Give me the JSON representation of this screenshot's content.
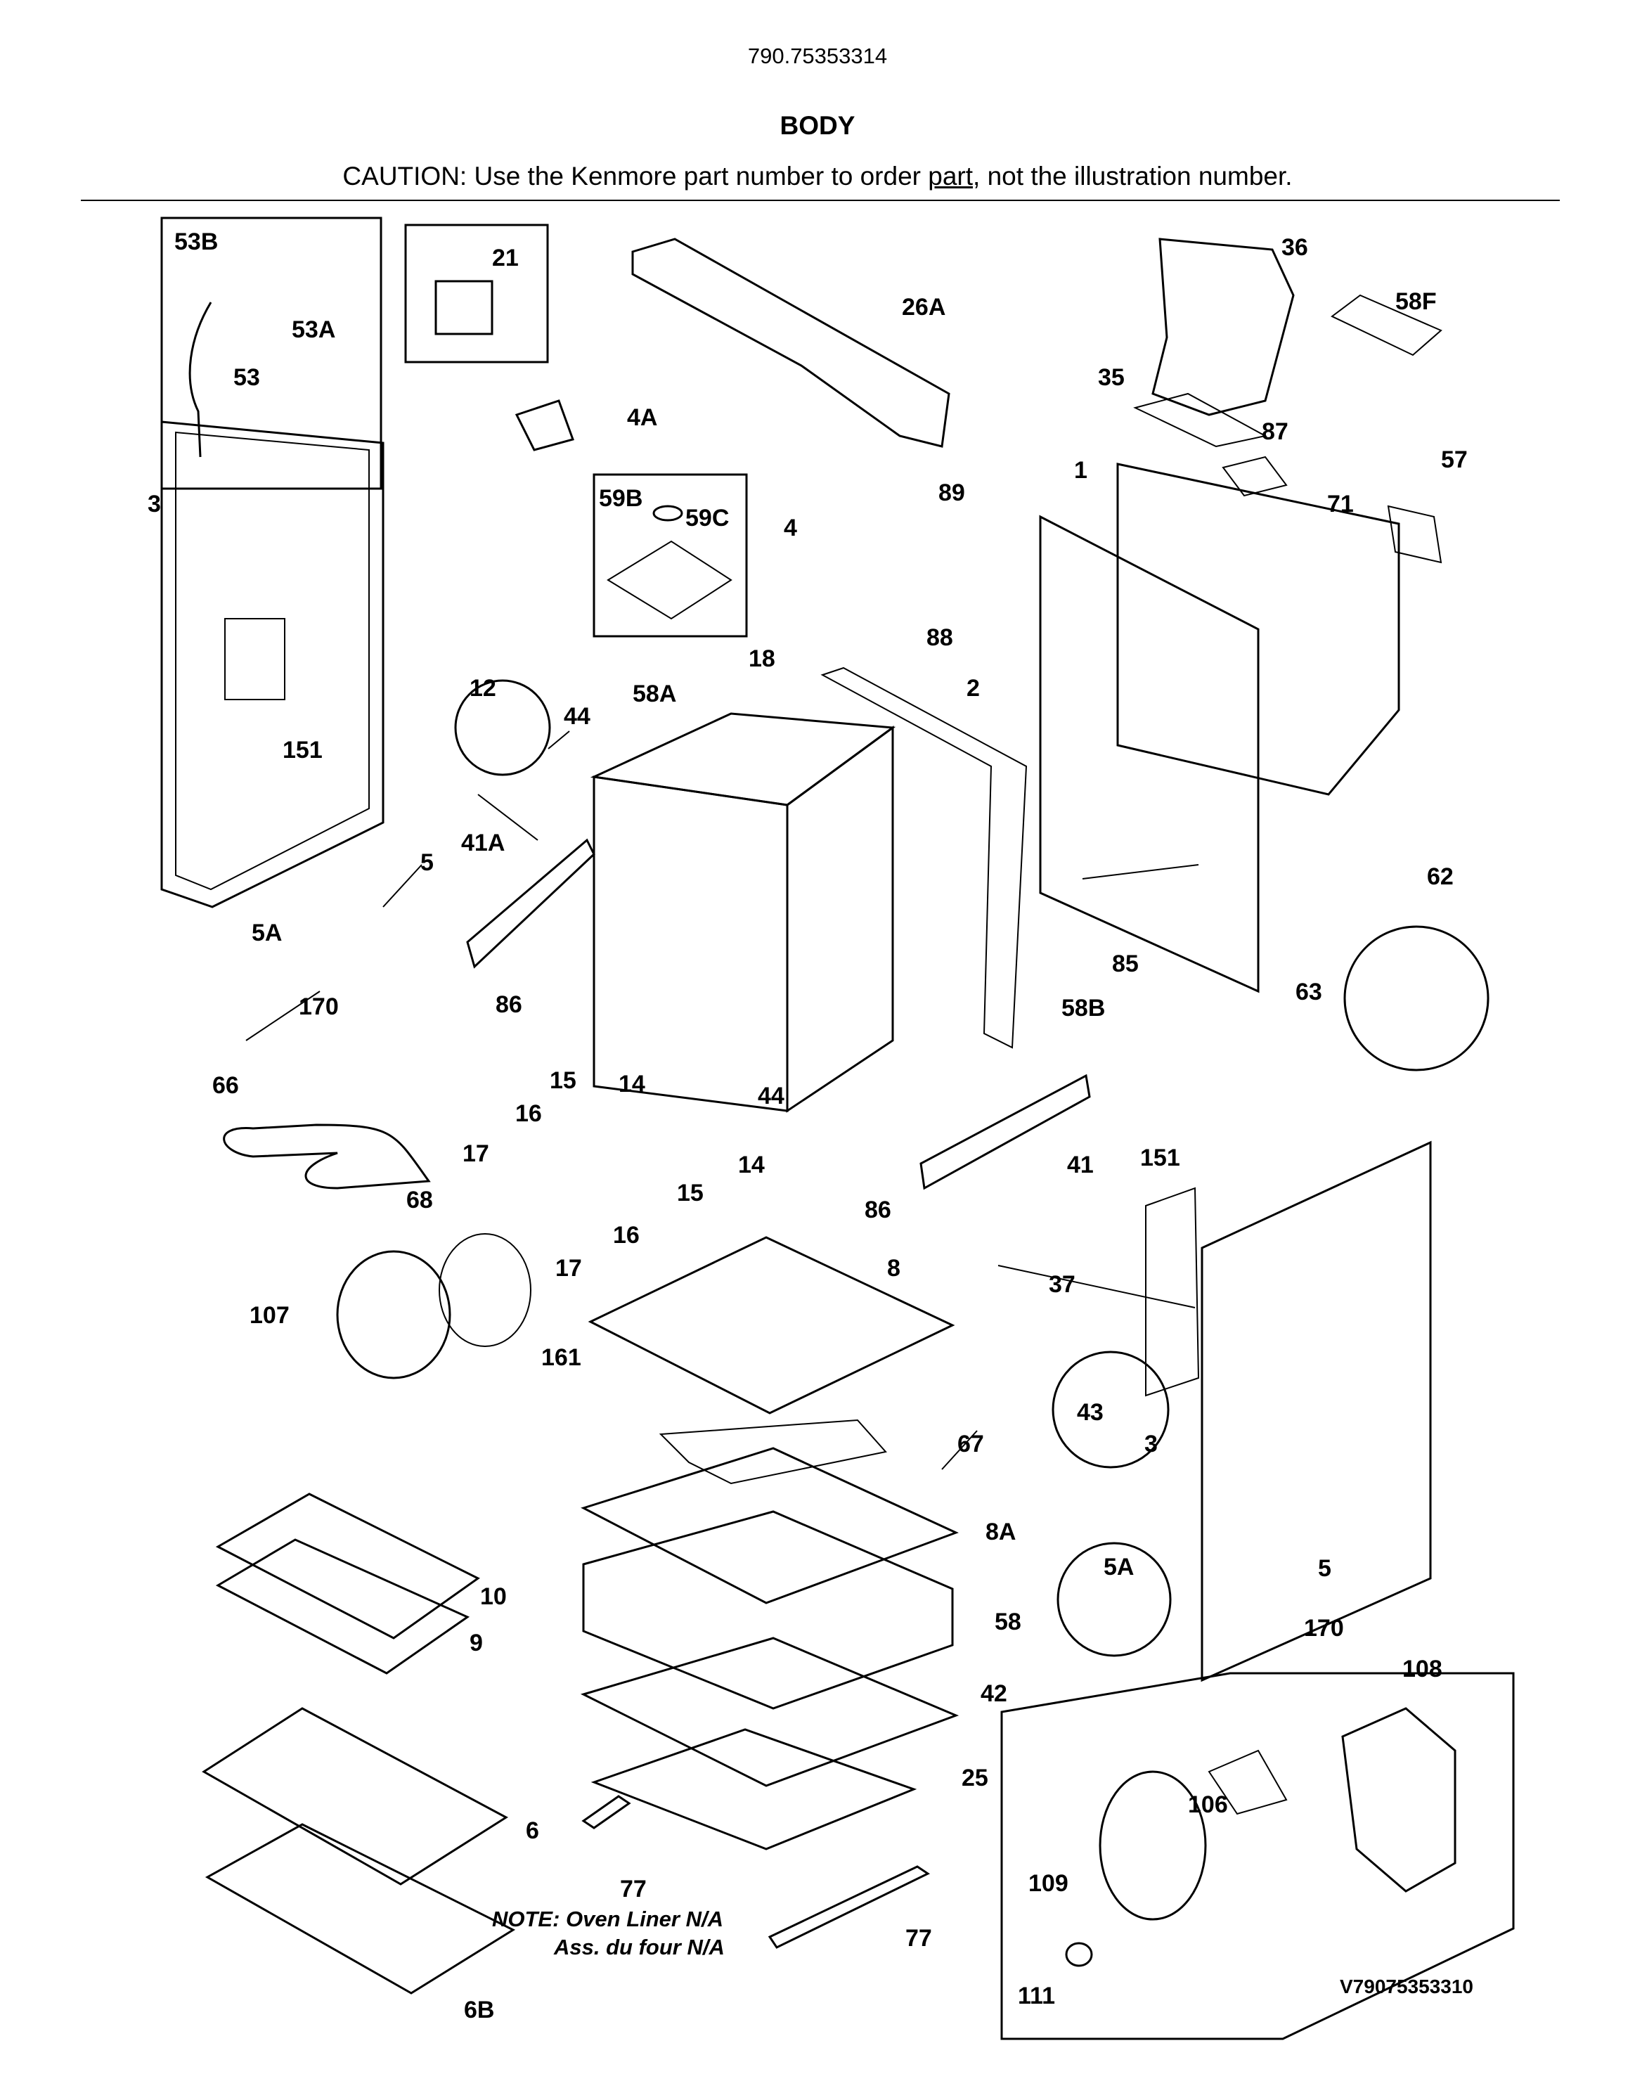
{
  "header": {
    "model_number": "790.75353314",
    "section_title": "BODY",
    "caution_prefix": "CAUTION: Use the Kenmore part number to order ",
    "caution_underlined": "part",
    "caution_suffix": ", not the illustration number."
  },
  "parts": [
    {
      "label": "53B"
    },
    {
      "label": "53A"
    },
    {
      "label": "53"
    },
    {
      "label": "21"
    },
    {
      "label": "26A"
    },
    {
      "label": "4A"
    },
    {
      "label": "36"
    },
    {
      "label": "58F"
    },
    {
      "label": "35"
    },
    {
      "label": "87"
    },
    {
      "label": "57"
    },
    {
      "label": "1"
    },
    {
      "label": "71"
    },
    {
      "label": "3"
    },
    {
      "label": "59B"
    },
    {
      "label": "59C"
    },
    {
      "label": "4"
    },
    {
      "label": "89"
    },
    {
      "label": "88"
    },
    {
      "label": "151"
    },
    {
      "label": "12"
    },
    {
      "label": "44"
    },
    {
      "label": "58A"
    },
    {
      "label": "18"
    },
    {
      "label": "2"
    },
    {
      "label": "5"
    },
    {
      "label": "41A"
    },
    {
      "label": "5A"
    },
    {
      "label": "170"
    },
    {
      "label": "86"
    },
    {
      "label": "85"
    },
    {
      "label": "58B"
    },
    {
      "label": "62"
    },
    {
      "label": "63"
    },
    {
      "label": "66"
    },
    {
      "label": "15"
    },
    {
      "label": "14"
    },
    {
      "label": "44"
    },
    {
      "label": "16"
    },
    {
      "label": "17"
    },
    {
      "label": "14"
    },
    {
      "label": "41"
    },
    {
      "label": "151"
    },
    {
      "label": "68"
    },
    {
      "label": "15"
    },
    {
      "label": "16"
    },
    {
      "label": "86"
    },
    {
      "label": "17"
    },
    {
      "label": "37"
    },
    {
      "label": "8"
    },
    {
      "label": "107"
    },
    {
      "label": "161"
    },
    {
      "label": "43"
    },
    {
      "label": "3"
    },
    {
      "label": "67"
    },
    {
      "label": "8A"
    },
    {
      "label": "10"
    },
    {
      "label": "5A"
    },
    {
      "label": "5"
    },
    {
      "label": "9"
    },
    {
      "label": "58"
    },
    {
      "label": "170"
    },
    {
      "label": "108"
    },
    {
      "label": "42"
    },
    {
      "label": "106"
    },
    {
      "label": "25"
    },
    {
      "label": "6"
    },
    {
      "label": "109"
    },
    {
      "label": "77"
    },
    {
      "label": "77"
    },
    {
      "label": "111"
    },
    {
      "label": "6B"
    }
  ],
  "note": {
    "line1": "NOTE: Oven Liner N/A",
    "line2": "Ass. du four N/A"
  },
  "drawing_code": "V79075353310"
}
